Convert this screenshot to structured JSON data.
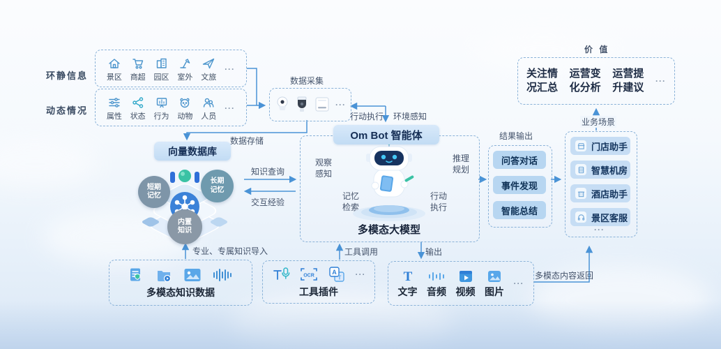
{
  "colors": {
    "accent": "#4a93d6",
    "header_fill": "#c8e0f6",
    "pill_fill": "#b7d6f1",
    "scenario_fill": "#c6ddf4",
    "dash_border": "#8ab2d8",
    "bubble_slate": "#7e95a8",
    "bubble_teal": "#6f9aae"
  },
  "left": {
    "static_label": "环静信息",
    "dynamic_label": "动态情况"
  },
  "static_box": {
    "items": [
      {
        "label": "景区"
      },
      {
        "label": "商超"
      },
      {
        "label": "园区"
      },
      {
        "label": "室外"
      },
      {
        "label": "文旅"
      }
    ],
    "ellipsis": "···"
  },
  "dynamic_box": {
    "items": [
      {
        "label": "属性"
      },
      {
        "label": "状态"
      },
      {
        "label": "行为"
      },
      {
        "label": "动物"
      },
      {
        "label": "人员"
      }
    ],
    "ellipsis": "···"
  },
  "data_collection": {
    "title": "数据采集",
    "ellipsis": "···"
  },
  "edges": {
    "data_store": "数据存储",
    "knowledge_query": "知识查询",
    "interaction_exp": "交互经验",
    "action_exec": "行动执行",
    "env_sense": "环境感知",
    "knowledge_import": "专业、专属知识导入",
    "tool_call": "工具调用",
    "output": "输出",
    "content_return": "多模态内容返回"
  },
  "vector_db": {
    "title": "向量数据库",
    "bubbles": [
      {
        "line1": "短期",
        "line2": "记忆"
      },
      {
        "line1": "长期",
        "line2": "记忆"
      },
      {
        "line1": "内置",
        "line2": "知识"
      }
    ]
  },
  "ombot": {
    "title": "Om Bot 智能体",
    "model_label": "多模态大模型",
    "corners": [
      {
        "line1": "观察",
        "line2": "感知"
      },
      {
        "line1": "推理",
        "line2": "规划"
      },
      {
        "line1": "记忆",
        "line2": "检索"
      },
      {
        "line1": "行动",
        "line2": "执行"
      }
    ]
  },
  "results": {
    "title": "结果输出",
    "pills": [
      "问答对话",
      "事件发现",
      "智能总结"
    ]
  },
  "scenarios": {
    "title": "业务场景",
    "pills": [
      "门店助手",
      "智慧机房",
      "酒店助手",
      "景区客服"
    ],
    "ellipsis": "···"
  },
  "value": {
    "title": "价 值",
    "items": [
      {
        "line1": "关注情",
        "line2": "况汇总"
      },
      {
        "line1": "运营变",
        "line2": "化分析"
      },
      {
        "line1": "运营提",
        "line2": "升建议"
      }
    ],
    "ellipsis": "···"
  },
  "knowledge_data": {
    "title": "多模态知识数据"
  },
  "tools": {
    "title": "工具插件",
    "ocr_label": "OCR",
    "t_glyph": "T",
    "a_glyph": "A",
    "ellipsis": "···"
  },
  "outputs": {
    "labels": [
      "文字",
      "音频",
      "视频",
      "图片"
    ],
    "t_glyph": "T",
    "ellipsis": "···"
  }
}
